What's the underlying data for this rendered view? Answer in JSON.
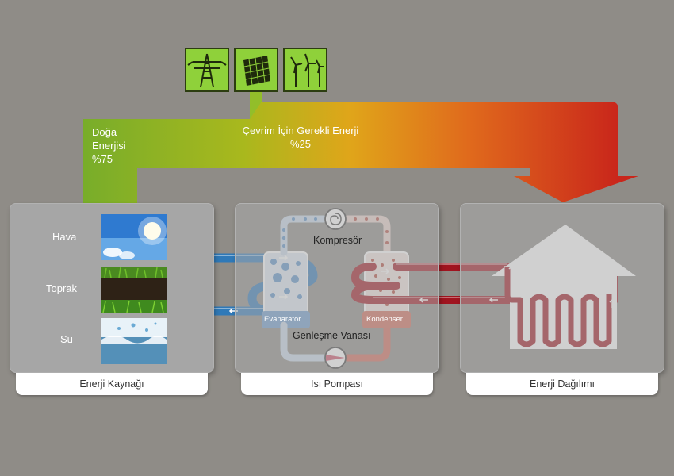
{
  "top_arrow": {
    "left_label_line1": "Doğa",
    "left_label_line2": "Enerjisi",
    "left_label_line3": "%75",
    "center_label_line1": "Çevrim İçin Gerekli Enerji",
    "center_label_line2": "%25"
  },
  "top_icons": [
    "power-pylon-icon",
    "solar-panel-icon",
    "wind-turbine-icon"
  ],
  "source_panel": {
    "title": "Enerji Kaynağı",
    "items": [
      {
        "label": "Hava",
        "image": "sky-sun-photo"
      },
      {
        "label": "Toprak",
        "image": "soil-grass-photo"
      },
      {
        "label": "Su",
        "image": "water-splash-photo"
      }
    ]
  },
  "pump_panel": {
    "title": "Isı Pompası",
    "compressor_label": "Kompresör",
    "evaporator_label": "Evaparator",
    "condenser_label": "Kondenser",
    "valve_label": "Genleşme Vanası"
  },
  "distribution_panel": {
    "title": "Enerji Dağılımı"
  },
  "colors": {
    "background": "#8f8c87",
    "panel": "#a6a6a6",
    "green": "#7aac2c",
    "red": "#c52a1c",
    "cold_pipe": "#2f79b8",
    "hot_pipe": "#a0141f",
    "house": "#ffffff"
  }
}
